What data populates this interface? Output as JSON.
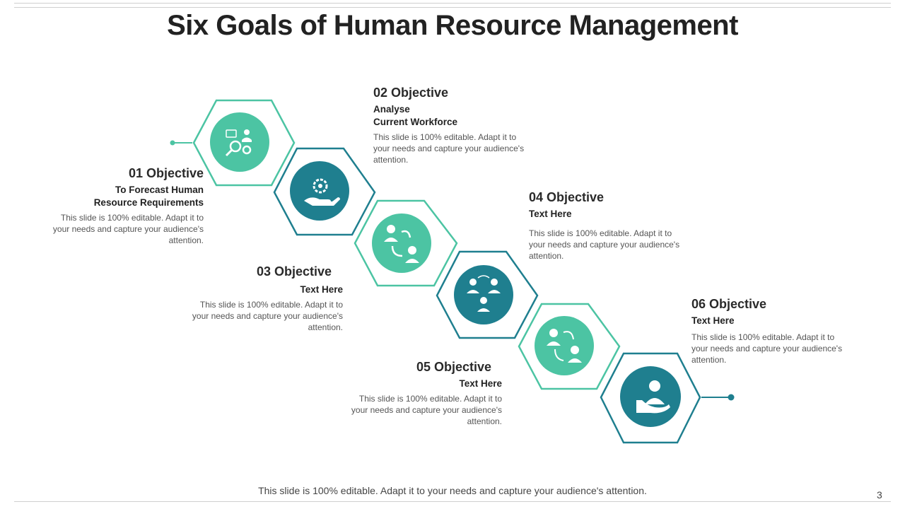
{
  "slide": {
    "title": "Six Goals of Human Resource Management",
    "footer": "This slide is 100% editable. Adapt it to your needs and capture your audience's attention.",
    "page_number": "3"
  },
  "colors": {
    "light_teal": "#4cc4a3",
    "dark_teal": "#1f7f8f",
    "outline_light": "#4cc4a3",
    "outline_dark": "#1f7f8f"
  },
  "objectives": [
    {
      "heading": "01 Objective",
      "sub1": "To Forecast Human",
      "sub2": "Resource Requirements",
      "desc": "This slide is 100% editable. Adapt it to your needs and capture your audience's attention.",
      "icon": "meeting-search-icon",
      "tone": "light"
    },
    {
      "heading": "02 Objective",
      "sub1": "Analyse",
      "sub2": "Current Workforce",
      "desc": "This slide is 100% editable. Adapt it to your needs and capture your audience's attention.",
      "icon": "gear-hand-icon",
      "tone": "dark"
    },
    {
      "heading": "03 Objective",
      "sub1": "Text Here",
      "sub2": "",
      "desc": "This slide is 100% editable. Adapt it to your needs and capture your audience's attention.",
      "icon": "people-exchange-icon",
      "tone": "light"
    },
    {
      "heading": "04 Objective",
      "sub1": "Text Here",
      "sub2": "",
      "desc": "This slide is 100% editable. Adapt it to your needs and capture your audience's attention.",
      "icon": "team-network-icon",
      "tone": "dark"
    },
    {
      "heading": "05 Objective",
      "sub1": "Text Here",
      "sub2": "",
      "desc": "This slide is 100% editable. Adapt it to your needs and capture your audience's attention.",
      "icon": "people-money-cycle-icon",
      "tone": "light"
    },
    {
      "heading": "06 Objective",
      "sub1": "Text Here",
      "sub2": "",
      "desc": "This slide is 100% editable. Adapt it to your needs and capture your audience's attention.",
      "icon": "hand-person-icon",
      "tone": "dark"
    }
  ]
}
